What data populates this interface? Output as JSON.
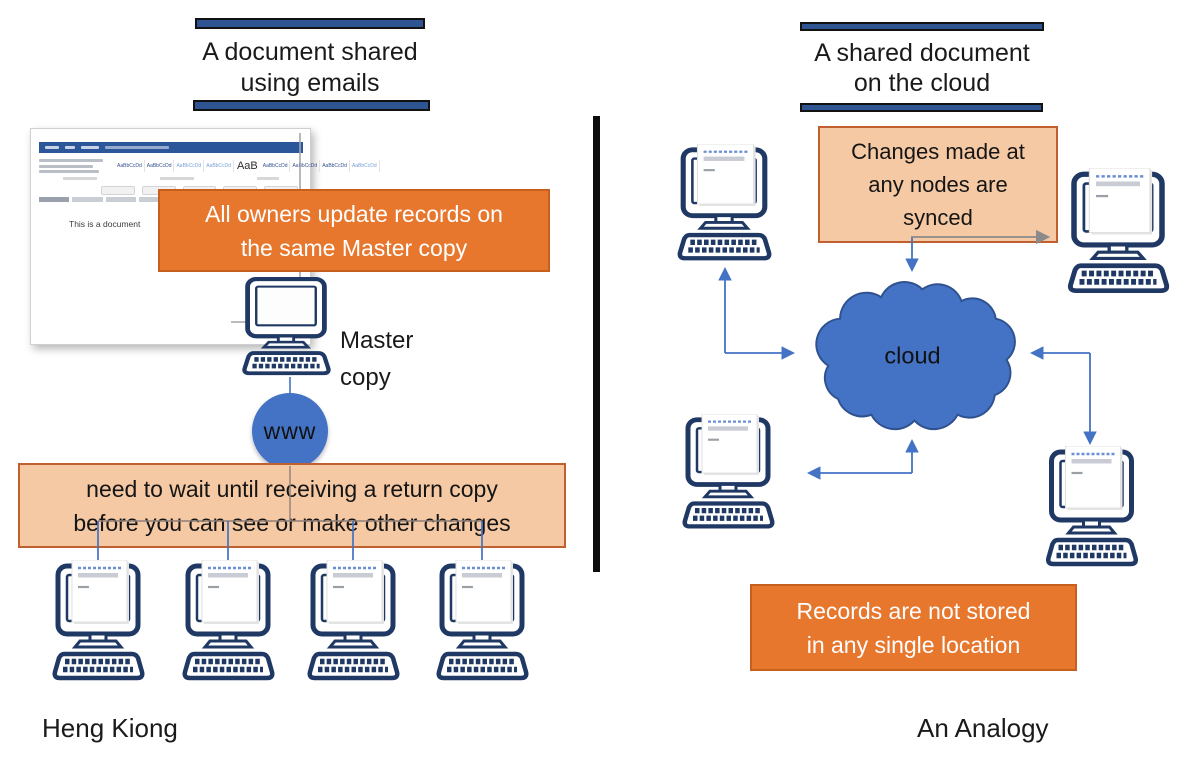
{
  "slide": {
    "left_panel": {
      "title": "A document shared\nusing emails",
      "doc_preview": {
        "body_text": "This is a document",
        "title_style_chip": "AaB",
        "style_chip": "AaBbCcDd"
      },
      "master_box": "All owners update records on\nthe same Master copy",
      "master_label": "Master\ncopy",
      "www_label": "www",
      "wait_box": "need to wait until receiving a return copy\nbefore you can see or make other changes",
      "credit": "Heng Kiong"
    },
    "right_panel": {
      "title": "A shared document\non the cloud",
      "sync_box": "Changes made at\nany nodes are\nsynced",
      "cloud_label": "cloud",
      "records_box": "Records are not stored\nin any single location",
      "credit": "An Analogy"
    },
    "colors": {
      "accent_orange": "#E8772E",
      "light_orange": "#F5C9A3",
      "orange_border": "#C7601F",
      "connector_blue": "#4472C4",
      "computer_navy": "#1F3864",
      "title_bar_blue": "#2E5491",
      "arrow_gray": "#8A8A8A"
    }
  }
}
